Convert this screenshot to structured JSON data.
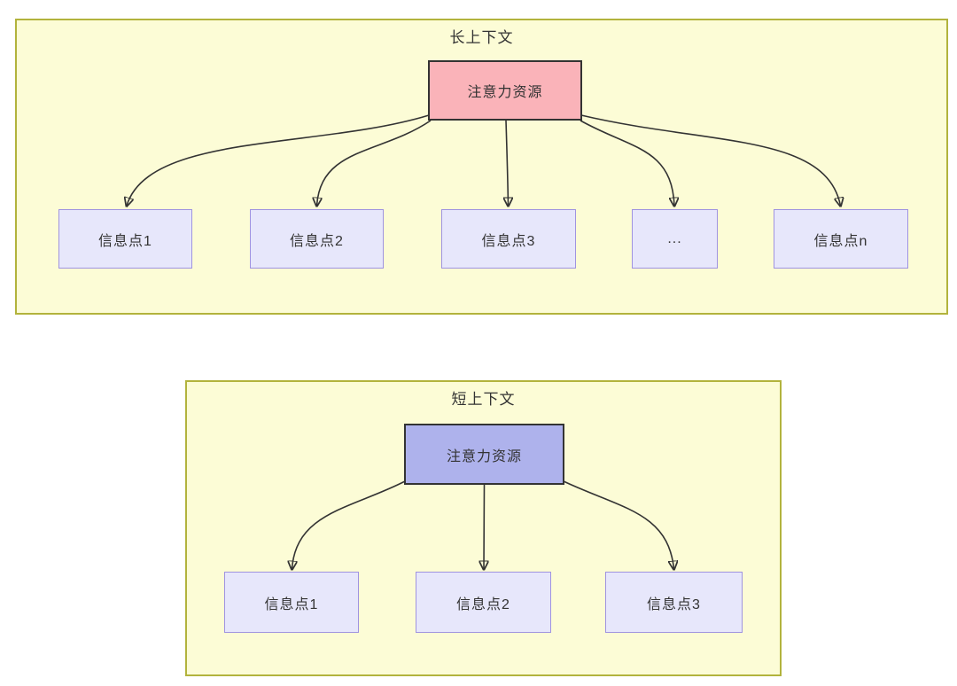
{
  "colors": {
    "container_fill": "#fcfcd6",
    "container_border": "#b2b33c",
    "attention_long_fill": "#fab3b9",
    "attention_short_fill": "#aeb2ec",
    "attention_border": "#333333",
    "info_fill": "#e7e7fb",
    "info_border": "#9f93e0",
    "line_color": "#333333",
    "text_color": "#333333"
  },
  "long_context": {
    "title": "长上下文",
    "attention_label": "注意力资源",
    "info_points": [
      "信息点1",
      "信息点2",
      "信息点3",
      "...",
      "信息点n"
    ]
  },
  "short_context": {
    "title": "短上下文",
    "attention_label": "注意力资源",
    "info_points": [
      "信息点1",
      "信息点2",
      "信息点3"
    ]
  }
}
